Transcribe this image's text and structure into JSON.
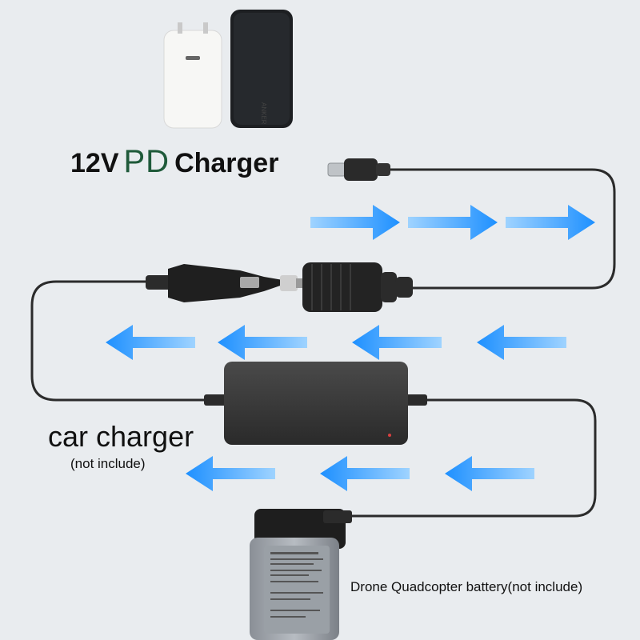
{
  "title": {
    "voltage": "12V",
    "pd": "PD",
    "charger": "Charger"
  },
  "car_charger": {
    "label": "car charger",
    "note": "(not include)"
  },
  "battery": {
    "label": "Drone Quadcopter battery(not include)"
  },
  "colors": {
    "arrow": "#1e90ff",
    "cable": "#2b2b2b",
    "background": "#e9ecef",
    "pd_text": "#1f5a3a"
  },
  "icons": [
    "wall-charger-icon",
    "power-bank-icon",
    "usb-c-plug-icon",
    "car-plug-icon",
    "socket-adapter-icon",
    "power-brick-icon",
    "drone-battery-icon"
  ]
}
